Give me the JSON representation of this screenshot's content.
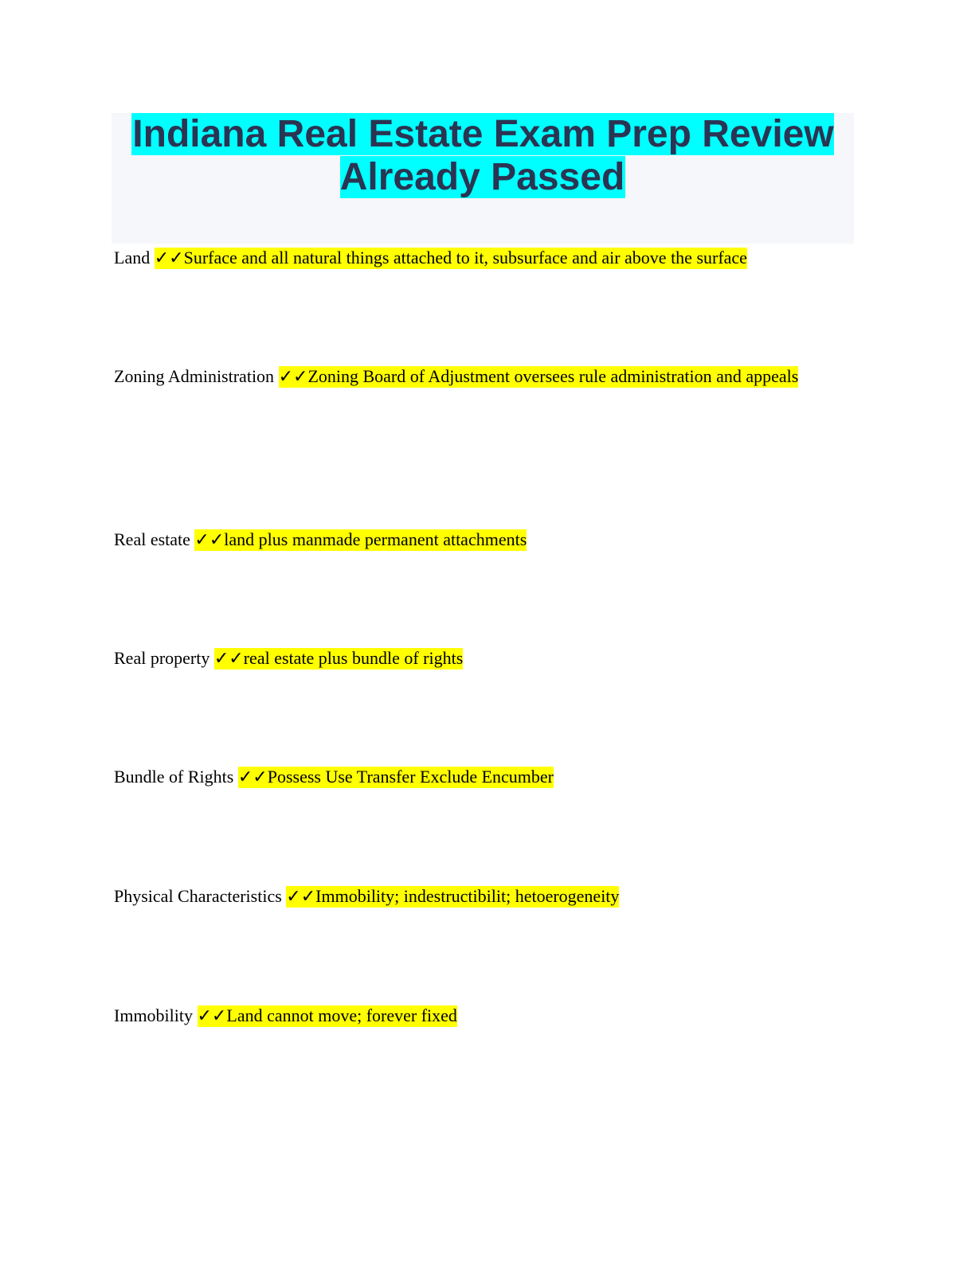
{
  "document": {
    "title": "Indiana Real Estate Exam Prep Review Already Passed",
    "check_mark": "✓✓",
    "colors": {
      "title_highlight": "#00ffff",
      "title_text": "#2b3452",
      "title_box": "#f6f7fa",
      "definition_highlight": "#ffff00"
    },
    "entries": [
      {
        "term": "Land",
        "definition": "Surface and all natural things attached to it, subsurface and air above the surface"
      },
      {
        "term": "Zoning Administration",
        "definition": "Zoning Board of Adjustment oversees rule administration and appeals"
      },
      {
        "term": "Real estate",
        "definition": "land plus manmade permanent attachments"
      },
      {
        "term": "Real property",
        "definition": "real estate plus bundle of rights"
      },
      {
        "term": "Bundle of Rights",
        "definition": "Possess Use Transfer Exclude Encumber"
      },
      {
        "term": "Physical Characteristics",
        "definition": "Immobility; indestructibilit; hetoerogeneity"
      },
      {
        "term": "Immobility",
        "definition": "Land cannot move; forever fixed"
      }
    ]
  }
}
